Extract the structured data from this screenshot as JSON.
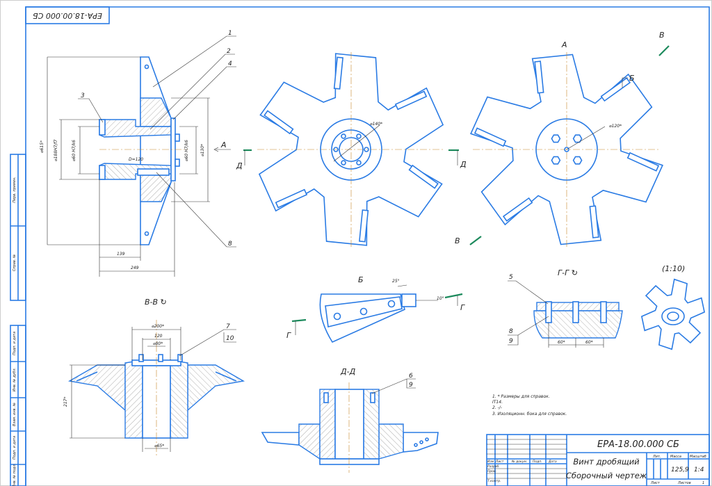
{
  "sheet": {
    "stamp_code": "ЕРА-18.00.000 СБ",
    "left_strip": [
      "Перв. примен.",
      "Справ. №",
      "Подп. и дата",
      "Инв. № дубл.",
      "Взам. инв. №",
      "Подп. и дата",
      "Инв. № подл."
    ]
  },
  "main_section": {
    "callouts": [
      "1",
      "2",
      "4",
      "3",
      "8"
    ],
    "dims": [
      "⌀615*",
      "⌀188H7/f7",
      "⌀60 H7/k6",
      "⌀60 H7/k6",
      "⌀130*",
      "D=120",
      "139",
      "249"
    ],
    "view_marker_a": "А",
    "section_marker_d": "Д"
  },
  "rotor_front": {
    "view_label": "А",
    "hub_dim": "⌀140*",
    "section_marker": "Д"
  },
  "rotor_back": {
    "view_marker_b": "Б",
    "view_marker_v_top": "В",
    "view_marker_v_bottom": "В",
    "hub_dim": "⌀120*"
  },
  "section_vv": {
    "title": "В-В ↻",
    "dims": [
      "⌀200*",
      "120",
      "⌀80*",
      "217*",
      "⌀65*"
    ],
    "callouts": [
      "7",
      "10"
    ]
  },
  "detail_b": {
    "title": "Б",
    "dims": [
      "25°",
      "10°"
    ],
    "marker": "Г",
    "marker2": "Г"
  },
  "section_gg": {
    "title": "Г-Г ↻",
    "callouts": [
      "5",
      "8",
      "9"
    ],
    "dims": [
      "60*",
      "60*"
    ]
  },
  "section_dd": {
    "title": "Д-Д",
    "callouts": [
      "6",
      "9"
    ]
  },
  "iso_view": {
    "label": "(1:10)"
  },
  "notes": [
    "1. * Размеры для справок.",
    "   IT14.",
    "2. -/-",
    "3. Изоляционн. бока для справок."
  ],
  "title_block": {
    "code": "ЕРА-18.00.000 СБ",
    "name_line1": "Винт дробящий",
    "name_line2": "Сборочный чертеж",
    "col_headers": [
      "Изм",
      "Лист",
      "№ докум.",
      "Подп.",
      "Дата"
    ],
    "roles": [
      "Разраб.",
      "Пров.",
      "Т.контр."
    ],
    "lit_label": "Лит.",
    "mass_label": "Масса",
    "scale_label": "Масштаб",
    "mass": "125,9",
    "scale": "1:4",
    "sheet_label": "Лист",
    "sheets_label": "Листов",
    "sheets": "1"
  },
  "colors": {
    "line": "#2a7be4",
    "marker": "#1c8a5c",
    "axis": "#c8872a"
  }
}
